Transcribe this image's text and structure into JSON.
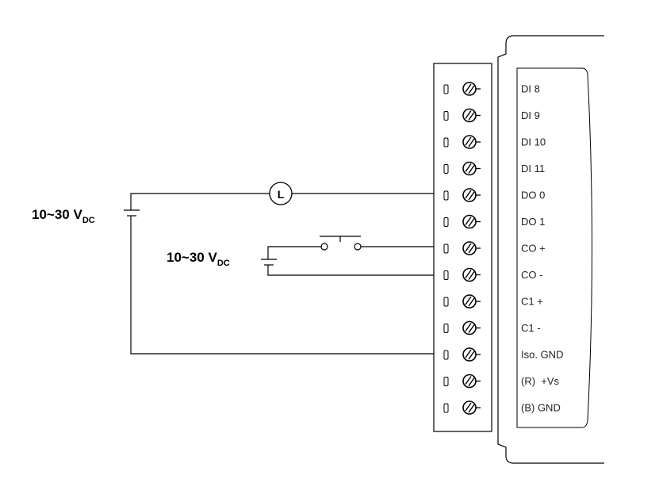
{
  "supply_load": {
    "voltage": "10~30 V",
    "sub": "DC"
  },
  "supply_switch": {
    "voltage": "10~30 V",
    "sub": "DC"
  },
  "load_symbol": "L",
  "pins": [
    {
      "label": "DI 8"
    },
    {
      "label": "DI 9"
    },
    {
      "label": "DI 10"
    },
    {
      "label": "DI 11"
    },
    {
      "label": "DO 0"
    },
    {
      "label": "DO 1"
    },
    {
      "label": "CO +"
    },
    {
      "label": "CO -"
    },
    {
      "label": "C1 +"
    },
    {
      "label": "C1 -"
    },
    {
      "label": "Iso. GND"
    },
    {
      "label": "(R)  +Vs"
    },
    {
      "label": "(B) GND"
    }
  ]
}
